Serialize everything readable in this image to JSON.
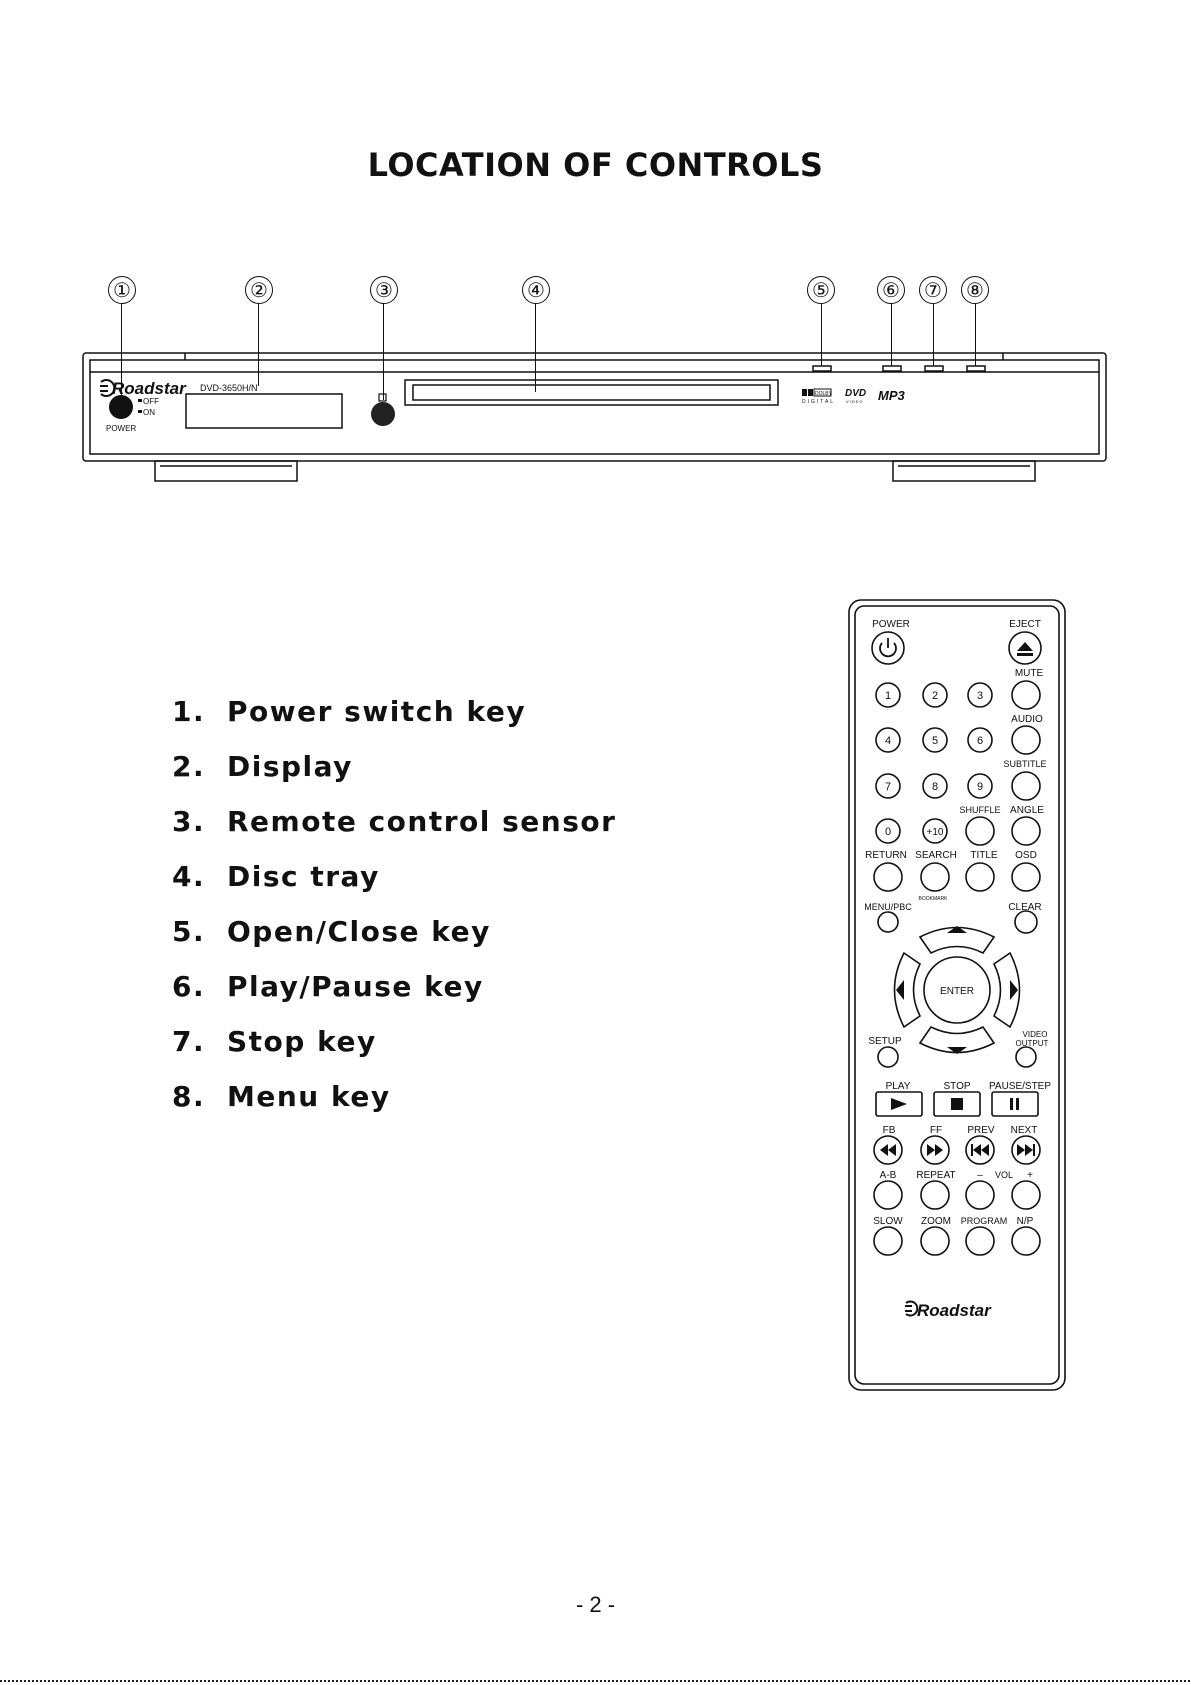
{
  "page": {
    "title": "LOCATION OF CONTROLS",
    "page_number": "- 2 -"
  },
  "player": {
    "markers": [
      "①",
      "②",
      "③",
      "④",
      "⑤",
      "⑥",
      "⑦",
      "⑧"
    ],
    "brand": "Roadstar",
    "model": "DVD-3650H/N",
    "power_off": "OFF",
    "power_on": "ON",
    "power_label": "POWER",
    "logo_dolby": "DOLBY",
    "logo_digital": "DIGITAL",
    "logo_dvd": "DVD",
    "logo_video": "VIDEO",
    "logo_mp3": "MP3"
  },
  "legend": [
    {
      "num": "1.",
      "label": "Power switch key"
    },
    {
      "num": "2.",
      "label": "Display"
    },
    {
      "num": "3.",
      "label": "Remote control sensor"
    },
    {
      "num": "4.",
      "label": "Disc tray"
    },
    {
      "num": "5.",
      "label": "Open/Close key"
    },
    {
      "num": "6.",
      "label": "Play/Pause key"
    },
    {
      "num": "7.",
      "label": "Stop key"
    },
    {
      "num": "8.",
      "label": "Menu key"
    }
  ],
  "remote": {
    "power": "POWER",
    "eject": "EJECT",
    "mute": "MUTE",
    "audio": "AUDIO",
    "subtitle": "SUBTITLE",
    "shuffle": "SHUFFLE",
    "angle": "ANGLE",
    "digits": [
      "1",
      "2",
      "3",
      "4",
      "5",
      "6",
      "7",
      "8",
      "9",
      "0",
      "+10"
    ],
    "return": "RETURN",
    "search": "SEARCH",
    "title": "TITLE",
    "osd": "OSD",
    "bookmark": "BOOKMARK",
    "menu_pbc": "MENU/PBC",
    "clear": "CLEAR",
    "enter": "ENTER",
    "setup": "SETUP",
    "video": "VIDEO",
    "output": "OUTPUT",
    "play": "PLAY",
    "stop": "STOP",
    "pause_step": "PAUSE/STEP",
    "fb": "FB",
    "ff": "FF",
    "prev": "PREV",
    "next": "NEXT",
    "ab": "A-B",
    "repeat": "REPEAT",
    "minus": "–",
    "vol": "VOL",
    "plus": "+",
    "slow": "SLOW",
    "zoom": "ZOOM",
    "program": "PROGRAM",
    "np": "N/P",
    "brand": "Roadstar"
  }
}
